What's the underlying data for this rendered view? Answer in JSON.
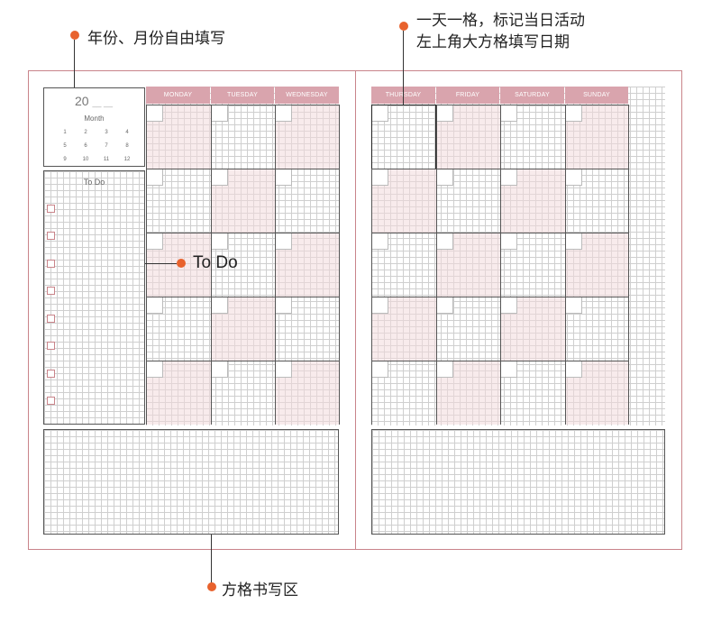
{
  "annotations": {
    "year_month": "年份、月份自由填写",
    "daily_line1": "一天一格，标记当日活动",
    "daily_line2": "左上角大方格填写日期",
    "todo": "To Do",
    "grid_area": "方格书写区"
  },
  "calendar_box": {
    "year_prefix": "20",
    "year_blank": "__ __",
    "month_label": "Month",
    "months": [
      "1",
      "2",
      "3",
      "4",
      "5",
      "6",
      "7",
      "8",
      "9",
      "10",
      "11",
      "12"
    ]
  },
  "todo_box": {
    "title": "To Do"
  },
  "days_left": [
    "MONDAY",
    "TUESDAY",
    "WEDNESDAY"
  ],
  "days_right": [
    "THURSDAY",
    "FRIDAY",
    "SATURDAY",
    "SUNDAY"
  ],
  "colors": {
    "accent_dot": "#e8622d",
    "header_pink": "#d9a4ad",
    "page_border": "#c9848a"
  }
}
